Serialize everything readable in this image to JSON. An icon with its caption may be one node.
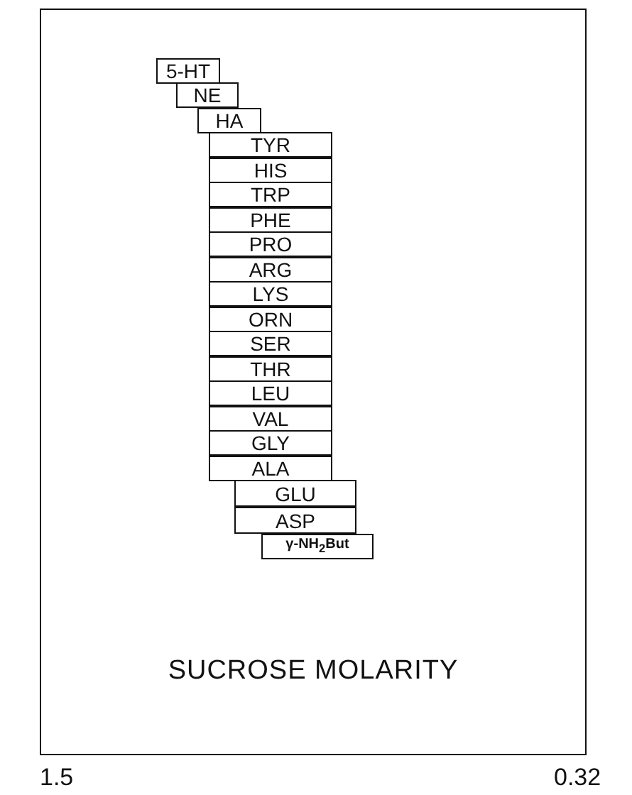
{
  "diagram": {
    "nodes": [
      {
        "text": [
          "SUCROSE MOLARITY"
        ]
      },
      {
        "text": [
          "5-HT"
        ],
        "in": 0
      },
      {
        "text": [
          "NE"
        ],
        "in": 0
      },
      {
        "text": [
          "HA"
        ],
        "in": 0
      },
      {
        "text": [
          "TYR"
        ],
        "in": 0
      },
      {
        "text": [
          "HIS"
        ],
        "in": 0
      },
      {
        "text": [
          "TRP"
        ],
        "in": 0
      },
      {
        "text": [
          "PHE"
        ],
        "in": 0
      },
      {
        "text": [
          "PRO"
        ],
        "in": 0
      },
      {
        "text": [
          "ARG"
        ],
        "in": 0
      },
      {
        "text": [
          "LYS"
        ],
        "in": 0
      },
      {
        "text": [
          "ORN"
        ],
        "in": 0
      },
      {
        "text": [
          "SER"
        ],
        "in": 0
      },
      {
        "text": [
          "THR"
        ],
        "in": 0
      },
      {
        "text": [
          "LEU"
        ],
        "in": 0
      },
      {
        "text": [
          "VAL"
        ],
        "in": 0
      },
      {
        "text": [
          "GLY"
        ],
        "in": 0
      },
      {
        "text": [
          "ALA"
        ],
        "in": 0
      },
      {
        "text": [
          "GLU"
        ],
        "in": 0
      },
      {
        "text": [
          "ASP"
        ],
        "in": 0
      },
      {
        "text": [
          "γ-NH$_{2}$But"
        ],
        "in": 0
      }
    ],
    "edges": [],
    "labels": [
      "1.5",
      "0.32"
    ]
  }
}
